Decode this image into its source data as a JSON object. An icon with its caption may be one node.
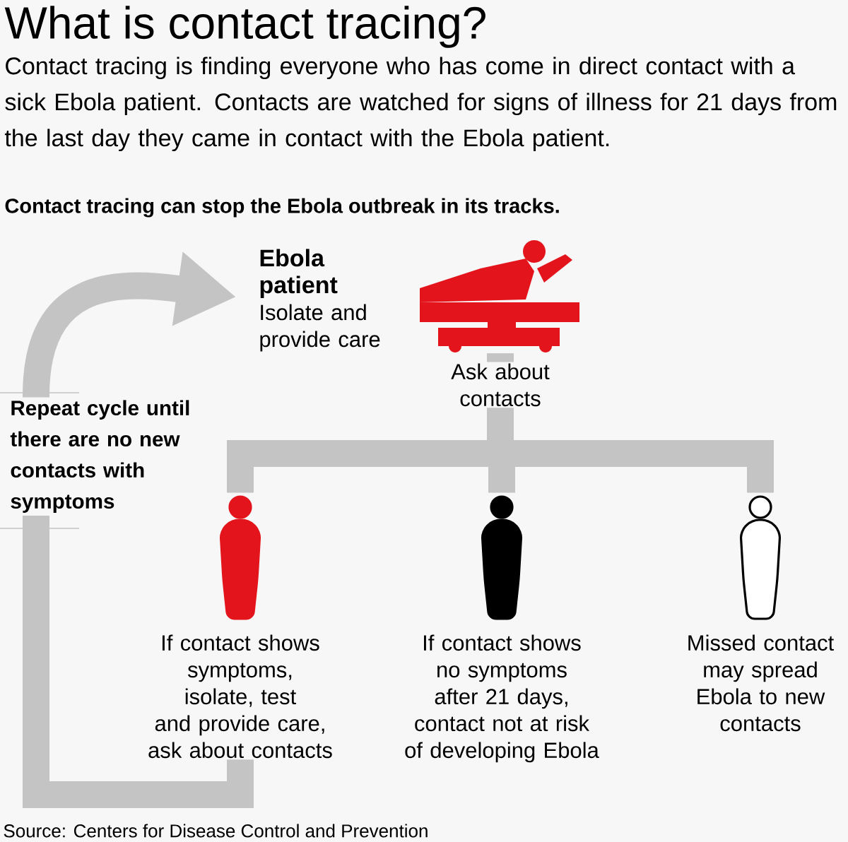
{
  "diagram": {
    "title": "What is contact tracing?",
    "caption": "Source: Centers for Disease Control and Prevention",
    "labels": [
      "Contact tracing is finding everyone who has come in direct contact with a sick Ebola patient. Contacts are watched for signs of illness for 21 days from the last day they came in contact with the Ebola patient.",
      "Contact tracing can stop the Ebola outbreak in its tracks."
    ],
    "nodes": [
      {
        "text": [
          "Ebola patient",
          "Isolate and provide care"
        ]
      },
      {
        "text": [],
        "shape": "picture",
        "beside": [
          "Ask about contacts"
        ]
      },
      {
        "text": [],
        "shape": "person",
        "beside": [
          "If contact shows symptoms, isolate, test and provide care, ask about contacts"
        ]
      },
      {
        "text": [],
        "shape": "person",
        "beside": [
          "If contact shows no symptoms after 21 days, contact not at risk of developing Ebola"
        ]
      },
      {
        "text": [],
        "shape": "person",
        "beside": [
          "Missed contact may spread Ebola to new contacts"
        ]
      }
    ],
    "edges": [
      {
        "from": 1,
        "to": 2,
        "arrow": "none"
      },
      {
        "from": 1,
        "to": 3,
        "arrow": "none"
      },
      {
        "from": 1,
        "to": 4,
        "arrow": "none"
      },
      {
        "from": 2,
        "to": 0,
        "arrow": "to",
        "label": "Repeat cycle until there are no new contacts with symptoms"
      }
    ]
  }
}
